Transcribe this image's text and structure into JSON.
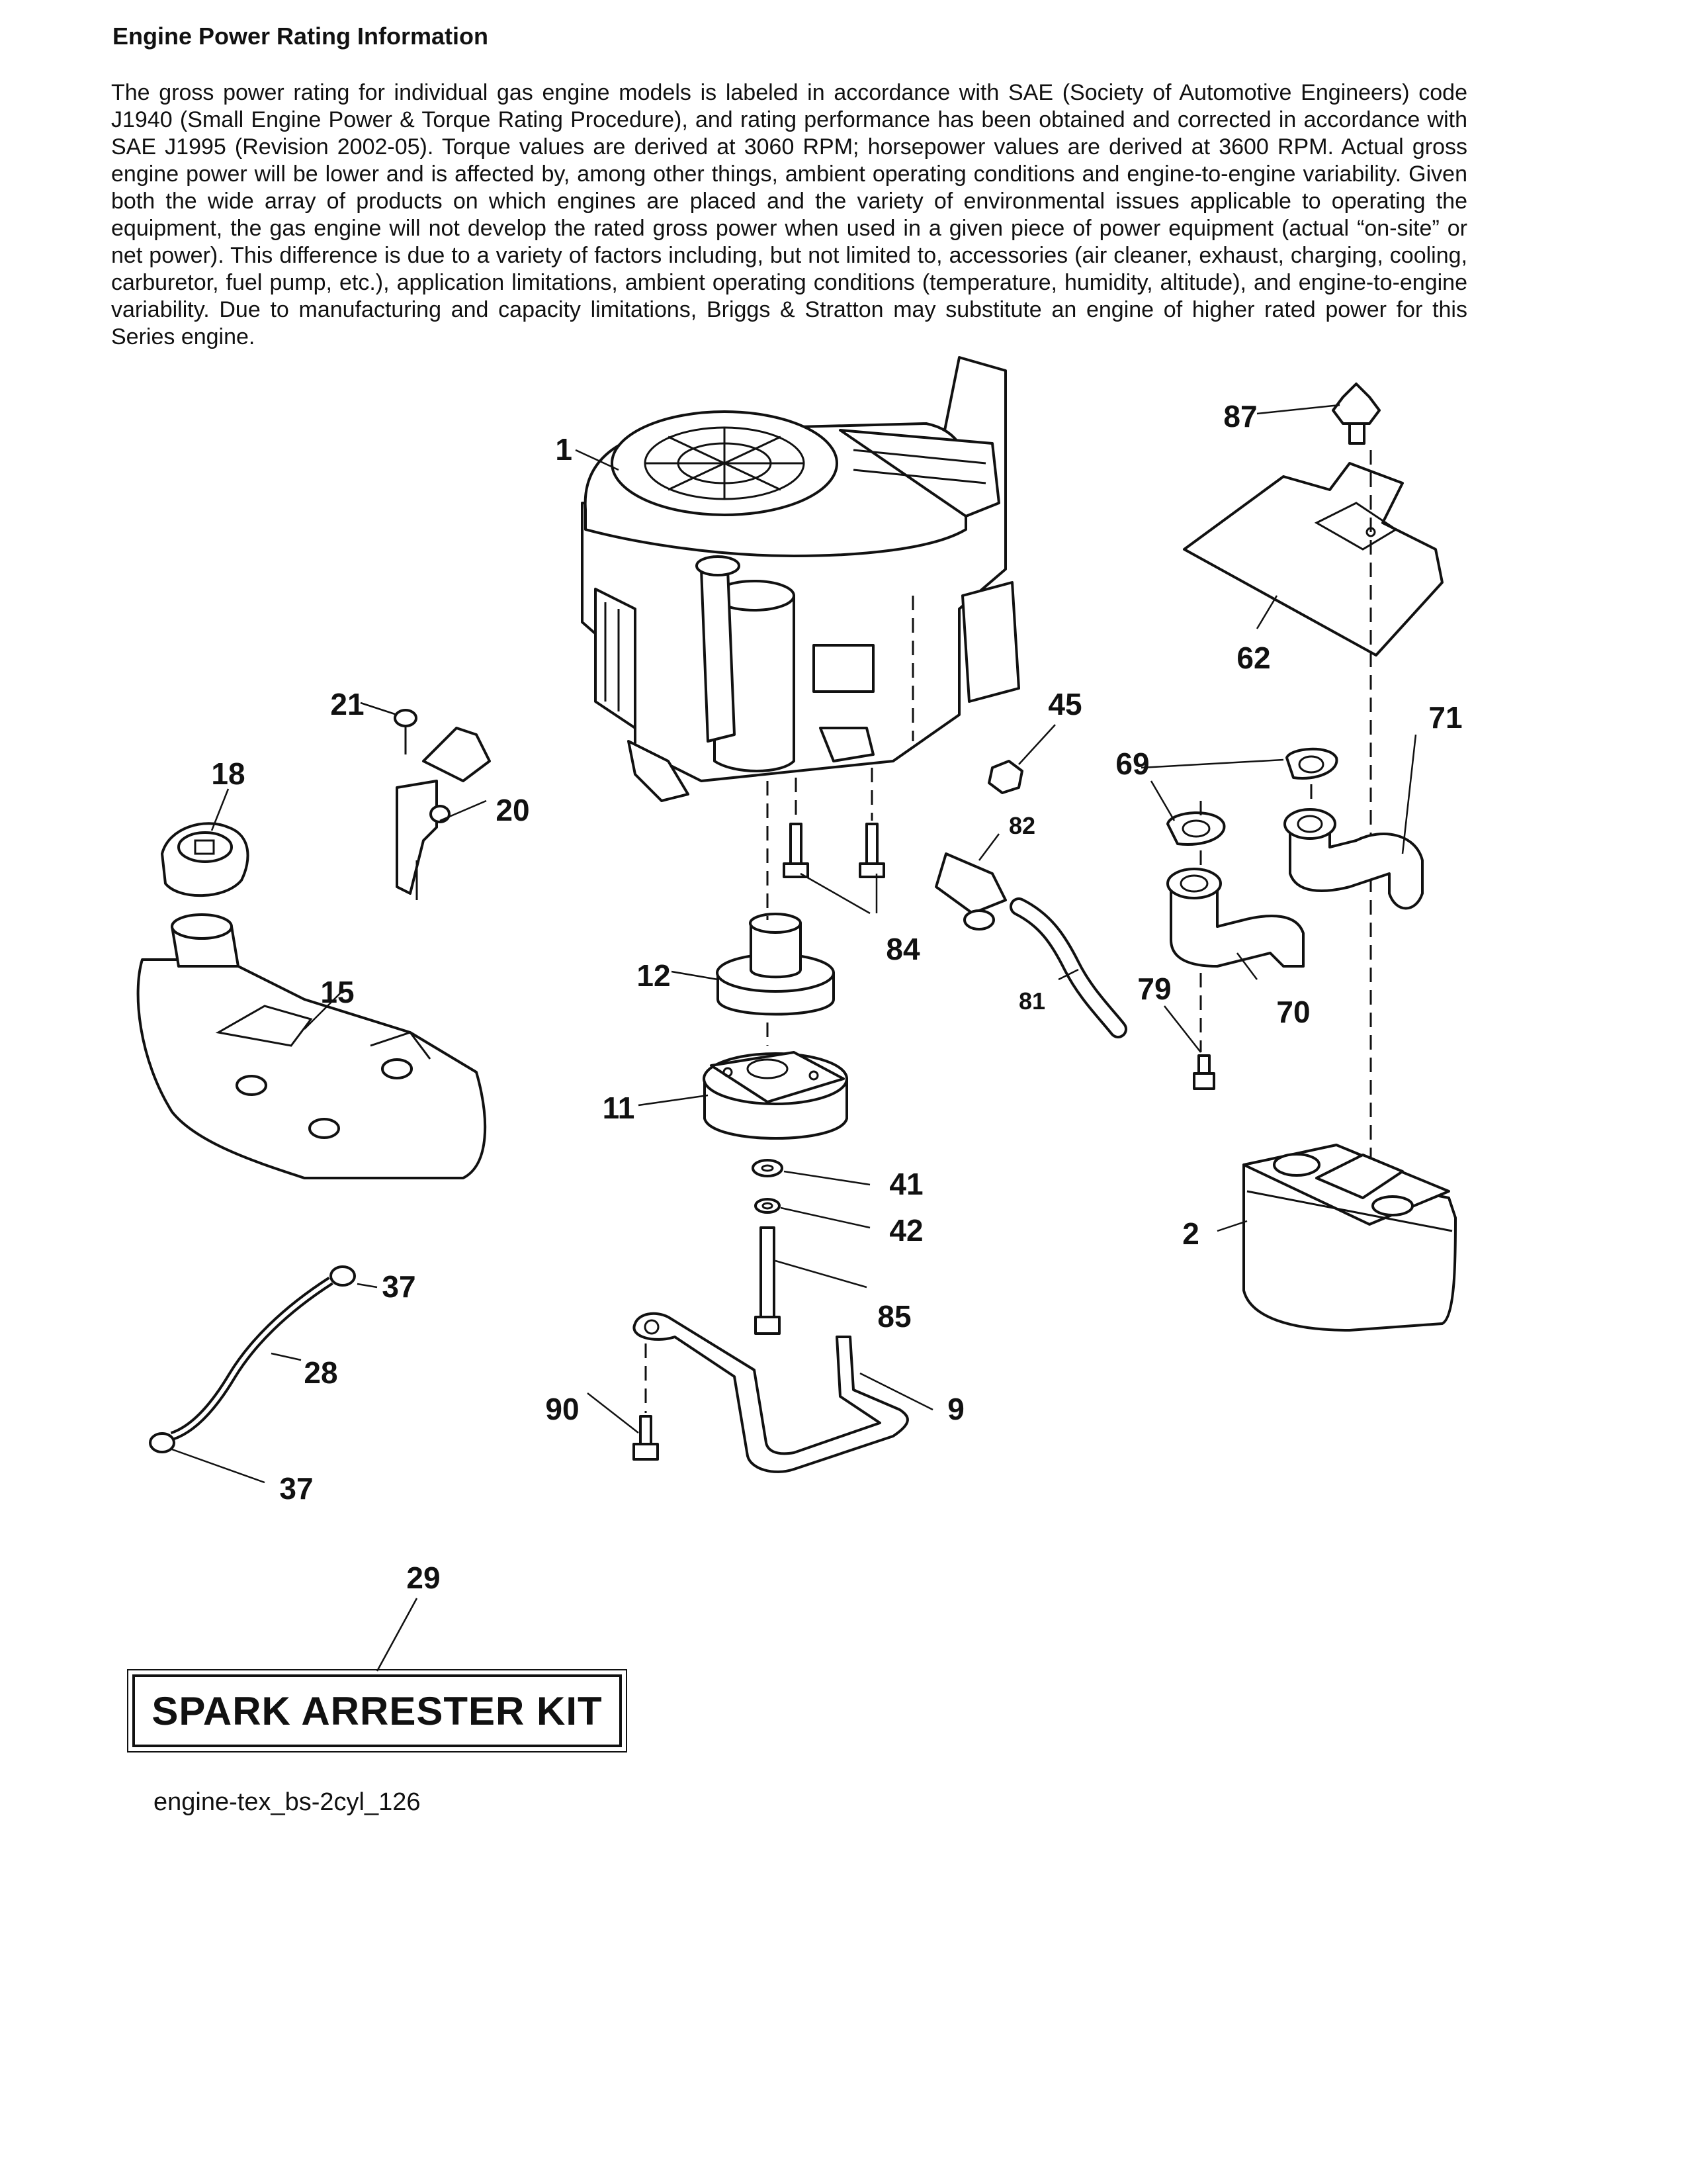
{
  "header": {
    "title": "Engine Power Rating Information",
    "paragraph": "The gross power rating for individual gas engine models is labeled in accordance with SAE (Society of Automotive Engineers) code J1940 (Small Engine Power & Torque Rating Procedure), and rating performance has been obtained and corrected in accordance with SAE J1995 (Revision 2002-05). Torque values are derived at 3060 RPM; horsepower values are derived at 3600 RPM. Actual gross engine power will be lower and is affected by, among other things, ambient operating conditions and engine-to-engine variability. Given both the wide array of products on which engines are placed and the variety of environmental issues applicable to operating the equipment, the gas engine will not develop the rated gross power when used in a given piece of power equipment (actual “on-site” or net power). This difference is due to a variety of factors including, but not limited to, accessories (air cleaner, exhaust, charging, cooling, carburetor, fuel pump, etc.), application limitations, ambient operating conditions (temperature, humidity, altitude), and engine-to-engine variability. Due to manufacturing and capacity limitations, Briggs & Stratton may substitute an engine of higher rated power for this Series engine."
  },
  "callouts": {
    "c1": "1",
    "c2": "2",
    "c9": "9",
    "c11": "11",
    "c12": "12",
    "c15": "15",
    "c18": "18",
    "c20": "20",
    "c21": "21",
    "c28": "28",
    "c29": "29",
    "c37a": "37",
    "c37b": "37",
    "c41": "41",
    "c42": "42",
    "c45": "45",
    "c62": "62",
    "c69": "69",
    "c70": "70",
    "c71": "71",
    "c79": "79",
    "c81": "81",
    "c82": "82",
    "c84": "84",
    "c85": "85",
    "c87": "87",
    "c90": "90"
  },
  "kit": {
    "label": "SPARK ARRESTER KIT"
  },
  "diagram_ref": "engine-tex_bs-2cyl_126"
}
